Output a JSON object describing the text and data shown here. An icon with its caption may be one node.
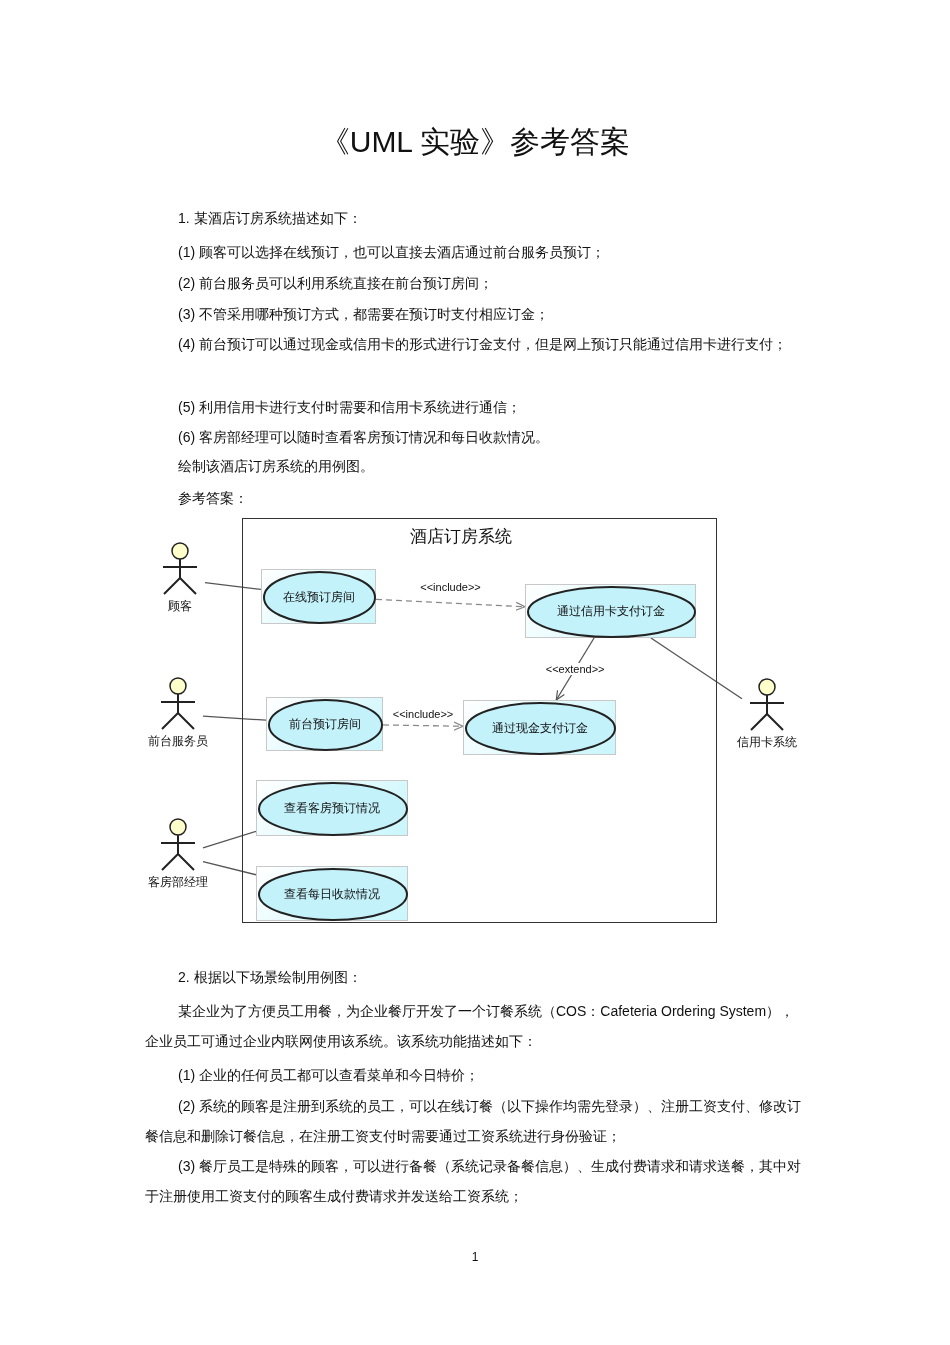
{
  "diagram": {
    "title": "《UML 实验》参考答案",
    "nodes": [
      {
        "text": [
          "酒店订房系统"
        ]
      },
      {
        "text": [
          "顾客"
        ]
      },
      {
        "text": [
          "在线预订房间"
        ],
        "in": 0
      },
      {
        "text": [
          "通过信用卡支付订金"
        ],
        "in": 0
      },
      {
        "text": [
          "前台服务员"
        ]
      },
      {
        "text": [
          "前台预订房间"
        ],
        "in": 0
      },
      {
        "text": [
          "通过现金支付订金"
        ],
        "in": 0
      },
      {
        "text": [
          "信用卡系统"
        ]
      },
      {
        "text": [
          "查看客房预订情况"
        ],
        "in": 0
      },
      {
        "text": [
          "客房部经理"
        ]
      },
      {
        "text": [
          "查看每日收款情况"
        ],
        "in": 0
      }
    ],
    "edges": [
      {
        "from": 1,
        "to": 2,
        "arrow": "none"
      },
      {
        "from": 2,
        "to": 3,
        "arrow": "to",
        "label": "<<include>>",
        "style": "dashed"
      },
      {
        "from": 3,
        "to": 6,
        "arrow": "to",
        "label": "<<extend>>"
      },
      {
        "from": 4,
        "to": 5,
        "arrow": "none"
      },
      {
        "from": 5,
        "to": 6,
        "arrow": "to",
        "label": "<<include>>",
        "style": "dashed"
      },
      {
        "from": 3,
        "to": 7,
        "arrow": "none"
      },
      {
        "from": 9,
        "to": 8,
        "arrow": "none"
      },
      {
        "from": 9,
        "to": 10,
        "arrow": "none"
      }
    ],
    "labels": [
      "1. 某酒店订房系统描述如下：",
      "(1) 顾客可以选择在线预订，也可以直接去酒店通过前台服务员预订；",
      "(2) 前台服务员可以利用系统直接在前台预订房间；",
      "(3) 不管采用哪种预订方式，都需要在预订时支付相应订金；",
      "(4) 前台预订可以通过现金或信用卡的形式进行订金支付，但是网上预订只能通过信用卡进行支付；",
      "(5) 利用信用卡进行支付时需要和信用卡系统进行通信；",
      "(6) 客房部经理可以随时查看客房预订情况和每日收款情况。",
      "绘制该酒店订房系统的用例图。",
      "参考答案：",
      "2. 根据以下场景绘制用例图：",
      "某企业为了方便员工用餐，为企业餐厅开发了一个订餐系统（COS：Cafeteria Ordering System），企业员工可通过企业内联网使用该系统。该系统功能描述如下：",
      "(1) 企业的任何员工都可以查看菜单和今日特价；",
      "(2) 系统的顾客是注册到系统的员工，可以在线订餐（以下操作均需先登录）、注册工资支付、修改订餐信息和删除订餐信息，在注册工资支付时需要通过工资系统进行身份验证；",
      "(3) 餐厅员工是特殊的顾客，可以进行备餐（系统记录备餐信息）、生成付费请求和请求送餐，其中对于注册使用工资支付的顾客生成付费请求并发送给工资系统；",
      "1"
    ]
  }
}
